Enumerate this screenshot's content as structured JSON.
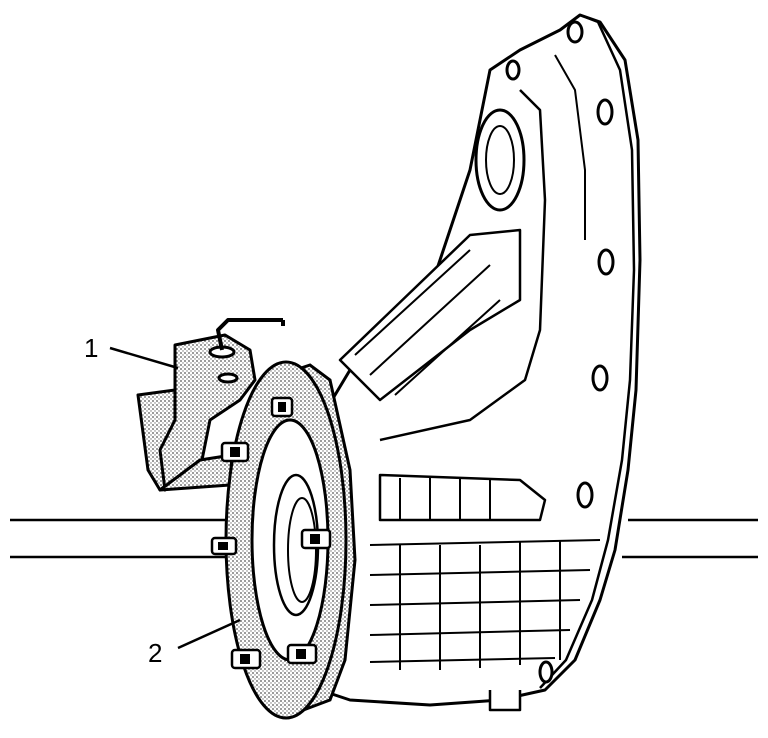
{
  "callouts": [
    {
      "label": "1"
    },
    {
      "label": "2"
    }
  ],
  "colors": {
    "line": "#000000",
    "background": "#ffffff",
    "stipple": "#bdbdbd"
  },
  "icons": {
    "part_1": "support-bracket-with-pin",
    "part_2": "adapter-plate",
    "assembly": "transmission-case-housing"
  }
}
